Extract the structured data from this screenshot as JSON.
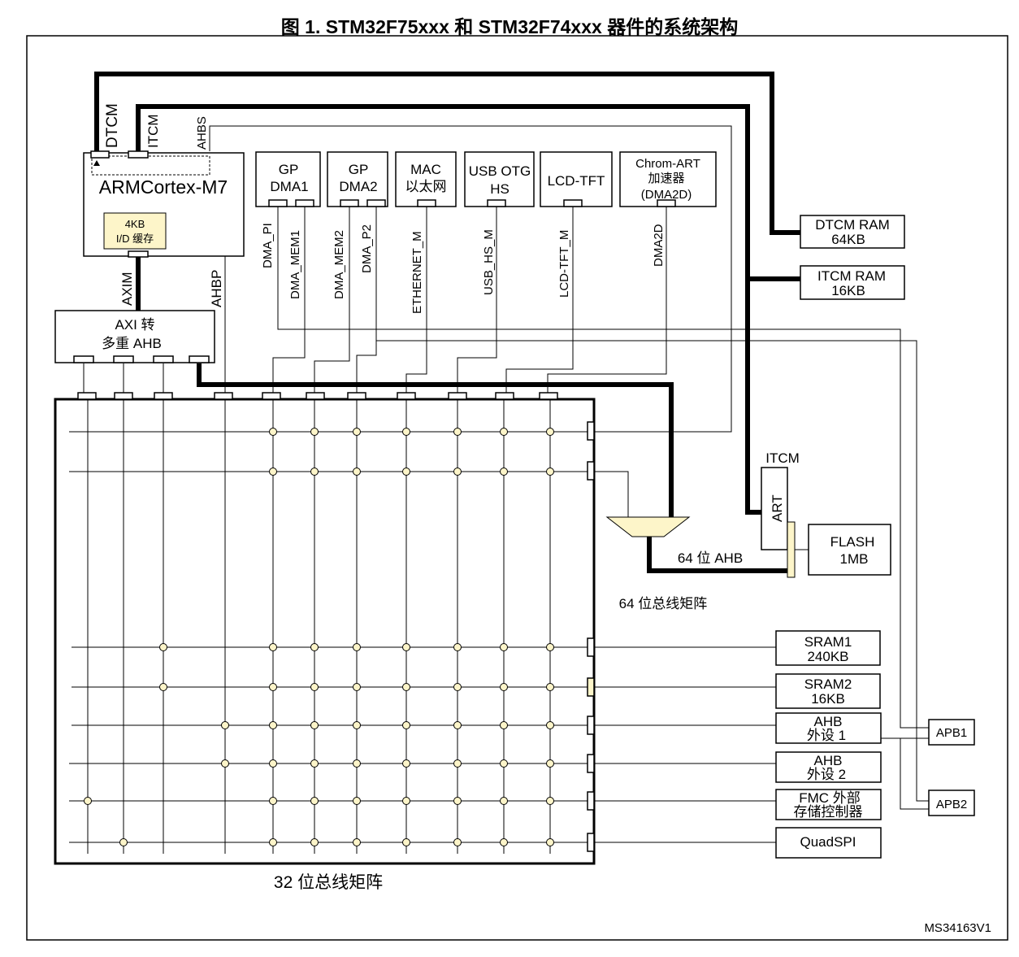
{
  "title": "图 1. STM32F75xxx 和 STM32F74xxx 器件的系统架构",
  "figure_id": "MS34163V1",
  "cpu": {
    "name": "ARMCortex-M7",
    "cache_line1": "4KB",
    "cache_line2": "I/D 缓存",
    "port_dtcm": "DTCM",
    "port_itcm": "ITCM",
    "port_ahbs": "AHBS",
    "port_axim": "AXIM",
    "port_ahbp": "AHBP"
  },
  "axi_bridge": {
    "line1": "AXI 转",
    "line2": "多重 AHB"
  },
  "masters": [
    {
      "line1": "GP",
      "line2": "DMA1"
    },
    {
      "line1": "GP",
      "line2": "DMA2"
    },
    {
      "line1": "MAC",
      "line2": "以太网"
    },
    {
      "line1": "USB OTG",
      "line2": "HS"
    },
    {
      "line1": "LCD-TFT",
      "line2": ""
    },
    {
      "line1": "Chrom-ART",
      "line2": "加速器",
      "line3": "(DMA2D)"
    }
  ],
  "bus_labels": [
    "DMA_PI",
    "DMA_MEM1",
    "DMA_MEM2",
    "DMA_P2",
    "ETHERNET_M",
    "USB_HS_M",
    "LCD-TFT_M",
    "DMA2D"
  ],
  "memories": {
    "dtcm_ram": {
      "line1": "DTCM RAM",
      "line2": "64KB"
    },
    "itcm_ram": {
      "line1": "ITCM RAM",
      "line2": "16KB"
    },
    "itcm_label": "ITCM",
    "art": "ART",
    "flash": {
      "line1": "FLASH",
      "line2": "1MB"
    }
  },
  "ahb64_label": "64 位 AHB",
  "matrix64_label": "64 位总线矩阵",
  "matrix32_label": "32 位总线矩阵",
  "slaves": [
    {
      "line1": "SRAM1",
      "line2": "240KB"
    },
    {
      "line1": "SRAM2",
      "line2": "16KB"
    },
    {
      "line1": "AHB",
      "line2": "外设 1"
    },
    {
      "line1": "AHB",
      "line2": "外设 2"
    },
    {
      "line1": "FMC 外部",
      "line2": "存储控制器"
    },
    {
      "line1": "QuadSPI",
      "line2": ""
    }
  ],
  "apb": [
    "APB1",
    "APB2"
  ],
  "colors": {
    "line": "#000000",
    "port_fill": "#ffffff",
    "cache_fill": "#fdf5c9",
    "node_fill": "#fdf5c9"
  }
}
